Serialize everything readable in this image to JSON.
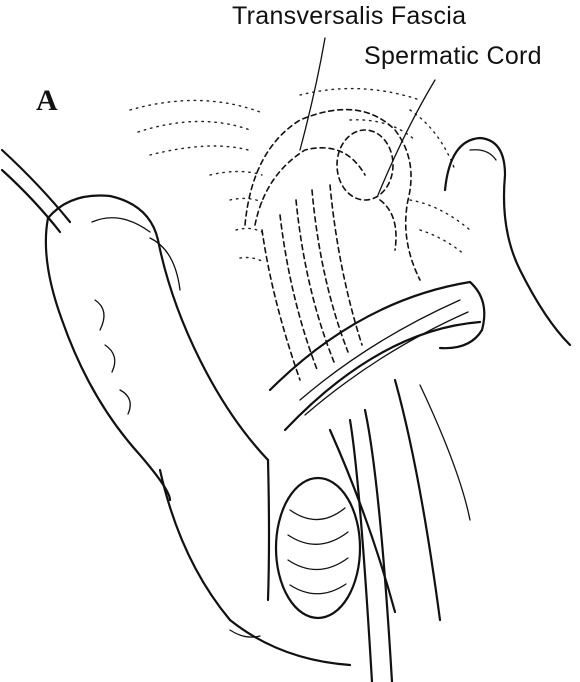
{
  "figure": {
    "panel_letter": "A",
    "labels": {
      "transversalis_fascia": "Transversalis Fascia",
      "spermatic_cord": "Spermatic Cord"
    }
  },
  "colors": {
    "ink": "#111111",
    "background": "#ffffff"
  }
}
